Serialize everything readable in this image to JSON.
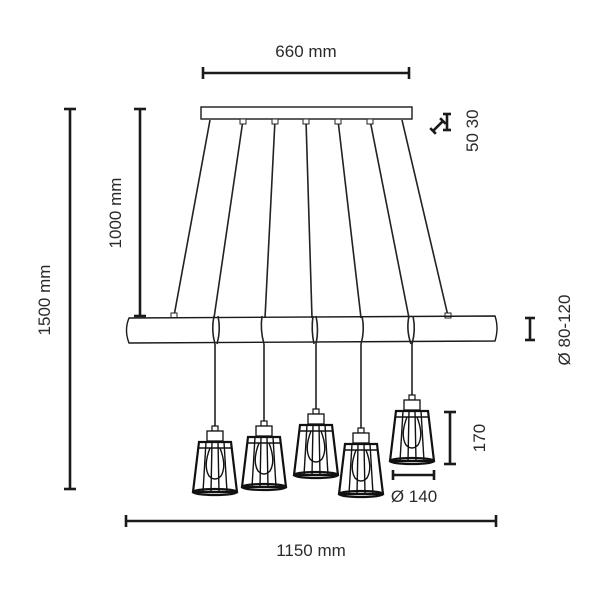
{
  "diagram": {
    "type": "technical-dimension-drawing",
    "subject": "5-light pendant lamp with wooden beam and wire cage shades",
    "dimensions": {
      "canopy_width": "660 mm",
      "total_width": "1150 mm",
      "total_height": "1500 mm",
      "suspension_length": "1000 mm",
      "canopy_profile": "50 30",
      "beam_diameter": "Ø 80-120",
      "shade_height": "170",
      "shade_diameter": "Ø 140"
    },
    "pendant_count": 5,
    "colors": {
      "line": "#1a1a1a",
      "text": "#2a2a2a",
      "background": "#ffffff"
    }
  }
}
